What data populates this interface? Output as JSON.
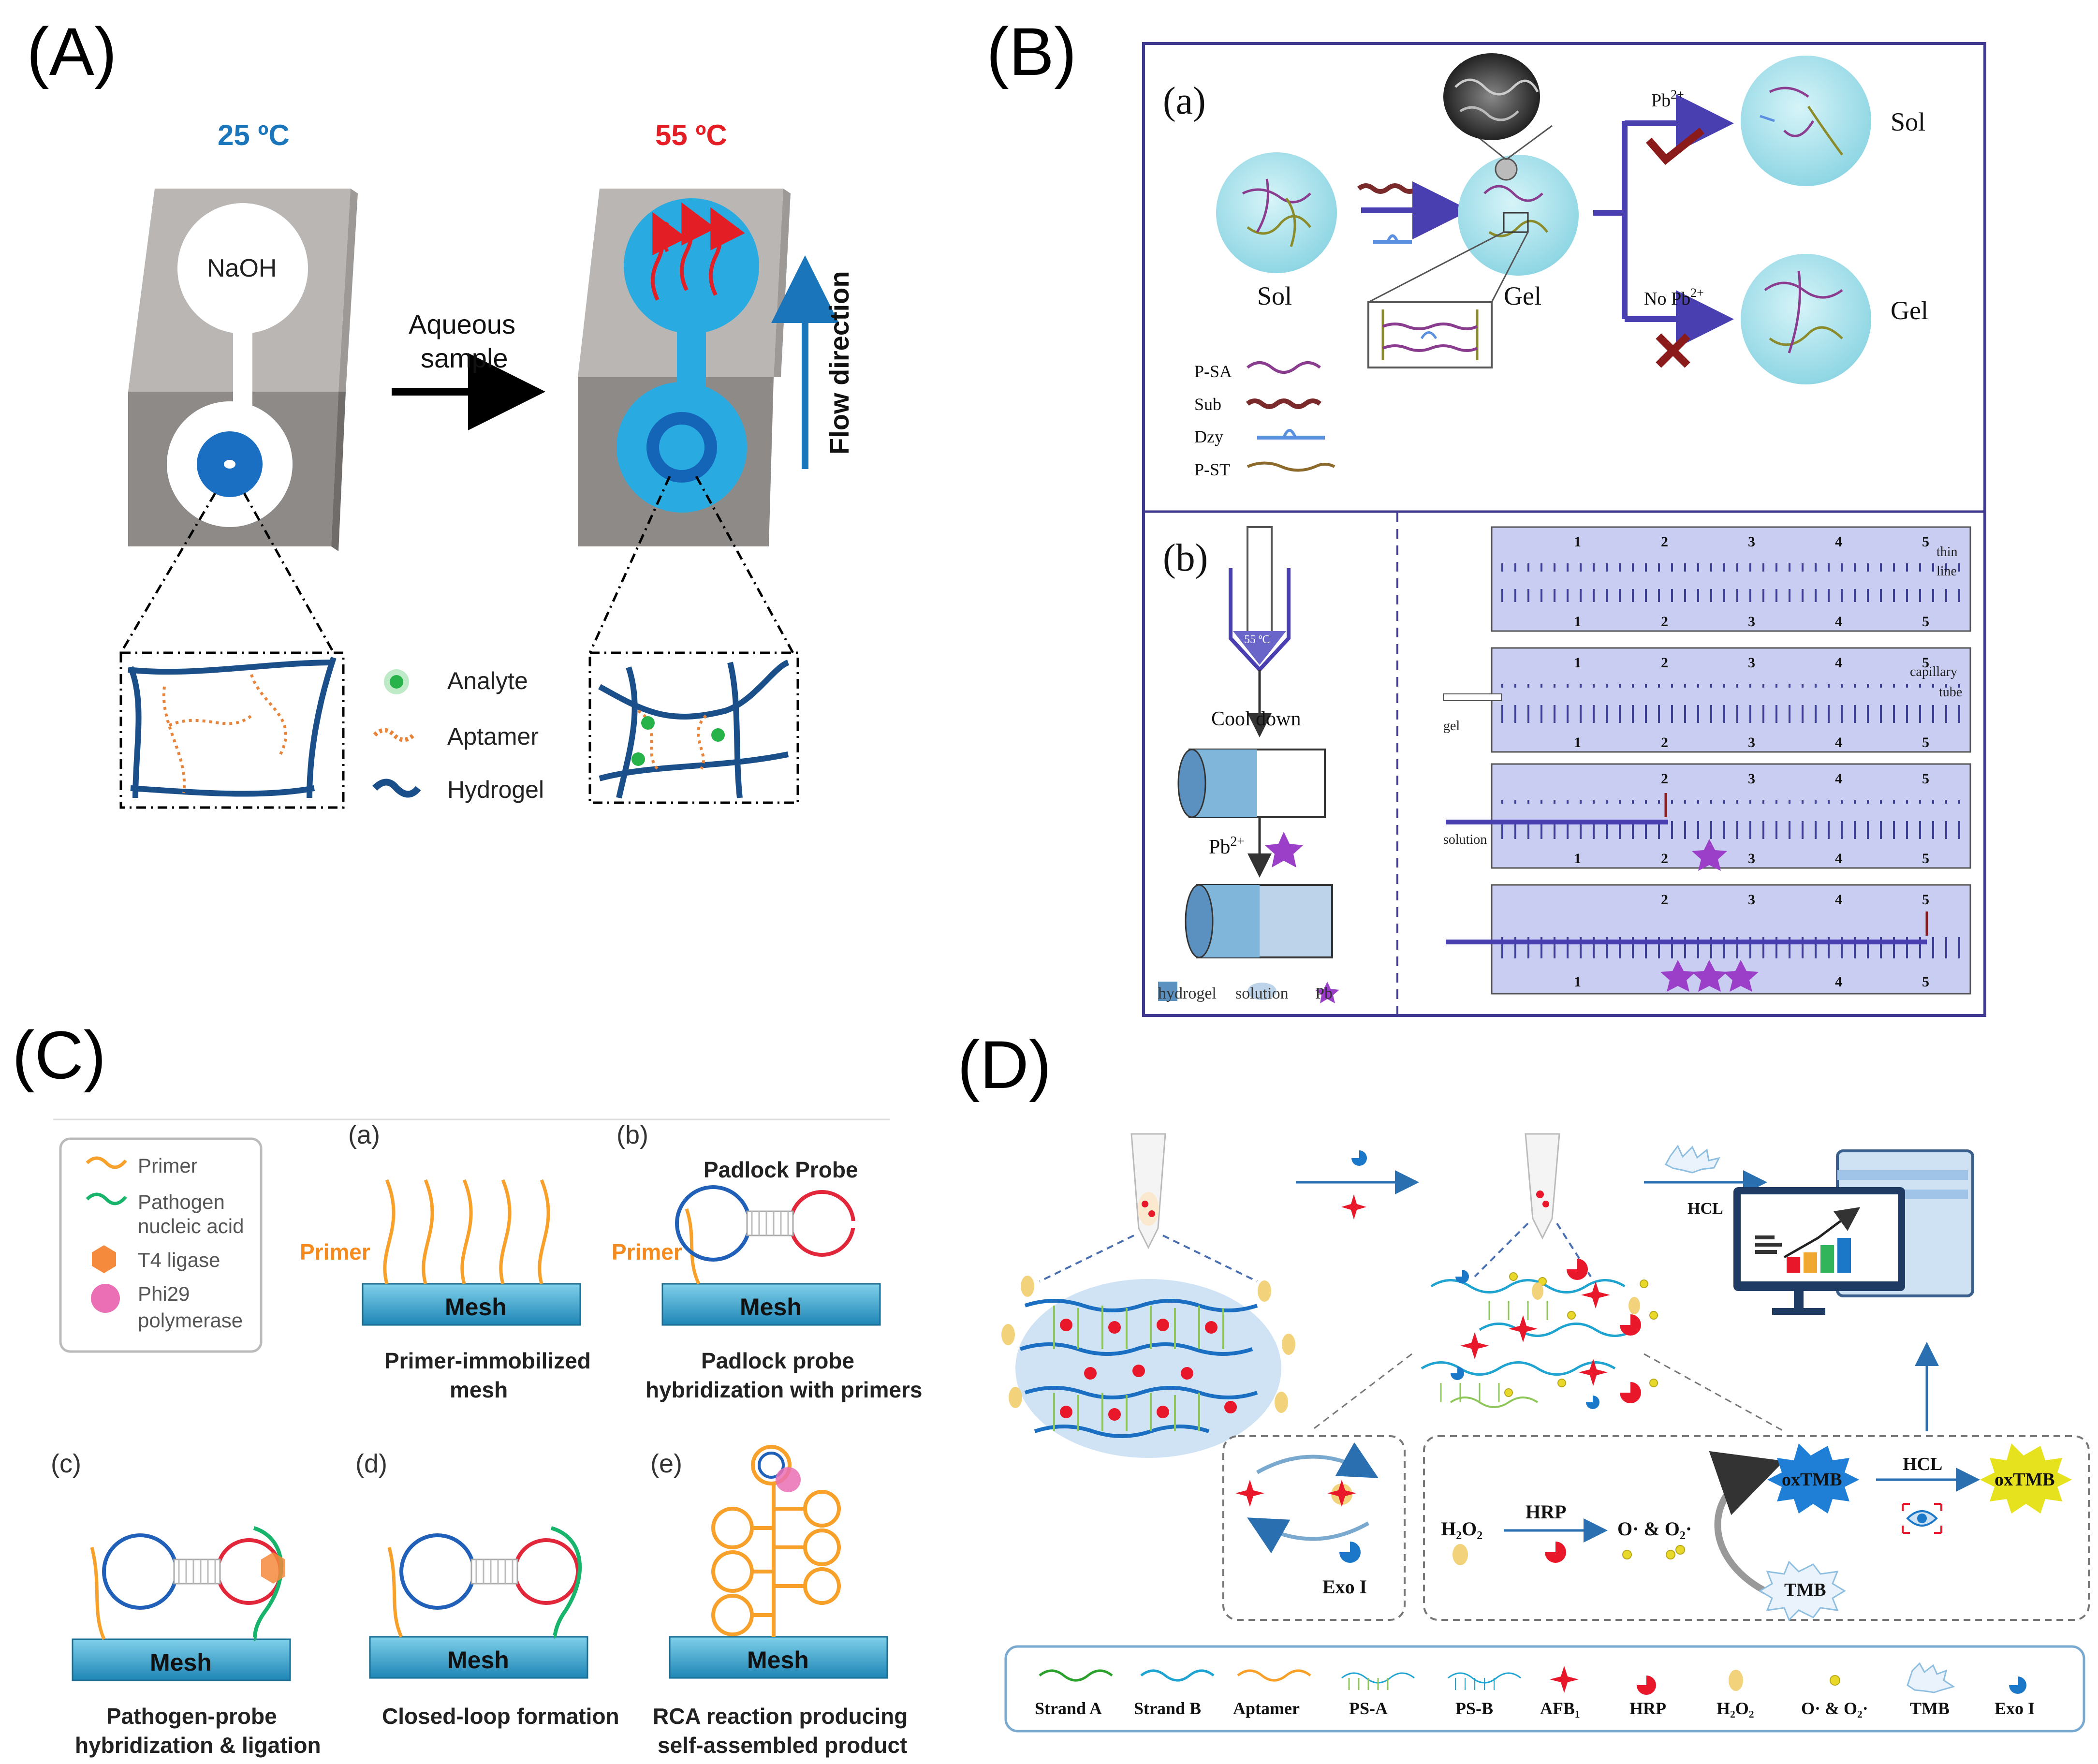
{
  "panel_labels": {
    "A": "(A)",
    "B": "(B)",
    "C": "(C)",
    "D": "(D)"
  },
  "panelA": {
    "temp_left": "25 ºC",
    "temp_right": "55 ºC",
    "naoh": "NaOH",
    "arrow_label_1": "Aqueous",
    "arrow_label_2": "sample",
    "flow": "Flow direction",
    "legend": [
      "Analyte",
      "Aptamer",
      "Hydrogel"
    ],
    "colors": {
      "blue_temp": "#1b75bb",
      "red_temp": "#e31e24",
      "chip_top": "#b7b4b1",
      "chip_bottom": "#8a8785",
      "hydrogel": "#1b4f8a",
      "aptamer": "#e8833a",
      "analyte": "#27b34a",
      "fluid": "#29abe2"
    }
  },
  "panelB": {
    "sub_a": "(a)",
    "sub_b": "(b)",
    "sol": "Sol",
    "gel": "Gel",
    "pb": "Pb",
    "pb_sup": "2+",
    "no_pb": "No Pb",
    "legend": [
      "P-SA",
      "Sub",
      "Dzy",
      "P-ST"
    ],
    "temp_55": "55 ºC",
    "cool_down": "Cool down",
    "bottom_legend": [
      "hydrogel",
      "solution",
      "Pb"
    ],
    "ruler_ticks": [
      "1",
      "2",
      "3",
      "4",
      "5"
    ],
    "ruler_notes": {
      "thin_line_1": "thin",
      "thin_line_2": "line",
      "cap_1": "capillary",
      "cap_2": "tube",
      "gel": "gel",
      "solution": "solution"
    },
    "colors": {
      "frame": "#3f3a8f",
      "ruler_bg": "#c9cdf2",
      "sphere": "#a9e3ee",
      "check": "#8b1a1a",
      "star": "#9b3fc9"
    }
  },
  "panelC": {
    "legend": [
      "Primer",
      "Pathogen",
      "nucleic acid",
      "T4 ligase",
      "Phi29",
      "polymerase"
    ],
    "subs": [
      "(a)",
      "(b)",
      "(c)",
      "(d)",
      "(e)"
    ],
    "primer": "Primer",
    "padlock": "Padlock Probe",
    "mesh": "Mesh",
    "captions": {
      "a1": "Primer-immobilized",
      "a2": "mesh",
      "b1": "Padlock probe",
      "b2": "hybridization with primers",
      "c1": "Pathogen-probe",
      "c2": "hybridization & ligation",
      "d1": "Closed-loop formation",
      "e1": "RCA reaction producing",
      "e2": "self-assembled product"
    },
    "colors": {
      "primer": "#f7a12b",
      "pathogen": "#18b46b",
      "ligase": "#f58a3c",
      "polymerase": "#ea6fb4",
      "loop_blue": "#2060b8",
      "loop_red": "#e2273a",
      "mesh": "#3aa4c9"
    }
  },
  "panelD": {
    "hcl": "HCL",
    "exo": "Exo I",
    "h2o2": "H₂O₂",
    "hrp": "HRP",
    "o_species": "O· & O₂·",
    "oxtmb": "oxTMB",
    "tmb": "TMB",
    "legend": [
      "Strand A",
      "Strand B",
      "Aptamer",
      "PS-A",
      "PS-B",
      "AFB₁",
      "HRP",
      "H₂O₂",
      "O· & O₂·",
      "TMB",
      "Exo I"
    ],
    "colors": {
      "strand_a": "#2ca02c",
      "strand_b": "#1fa3d1",
      "aptamer": "#f7a12b",
      "afb": "#e8172a",
      "hrp": "#e8172a",
      "h2o2": "#f2d27a",
      "o": "#e8d82a",
      "exo": "#1b78c8",
      "oxtmb_blue": "#1f7fd6",
      "oxtmb_yellow": "#e6e21e"
    }
  }
}
